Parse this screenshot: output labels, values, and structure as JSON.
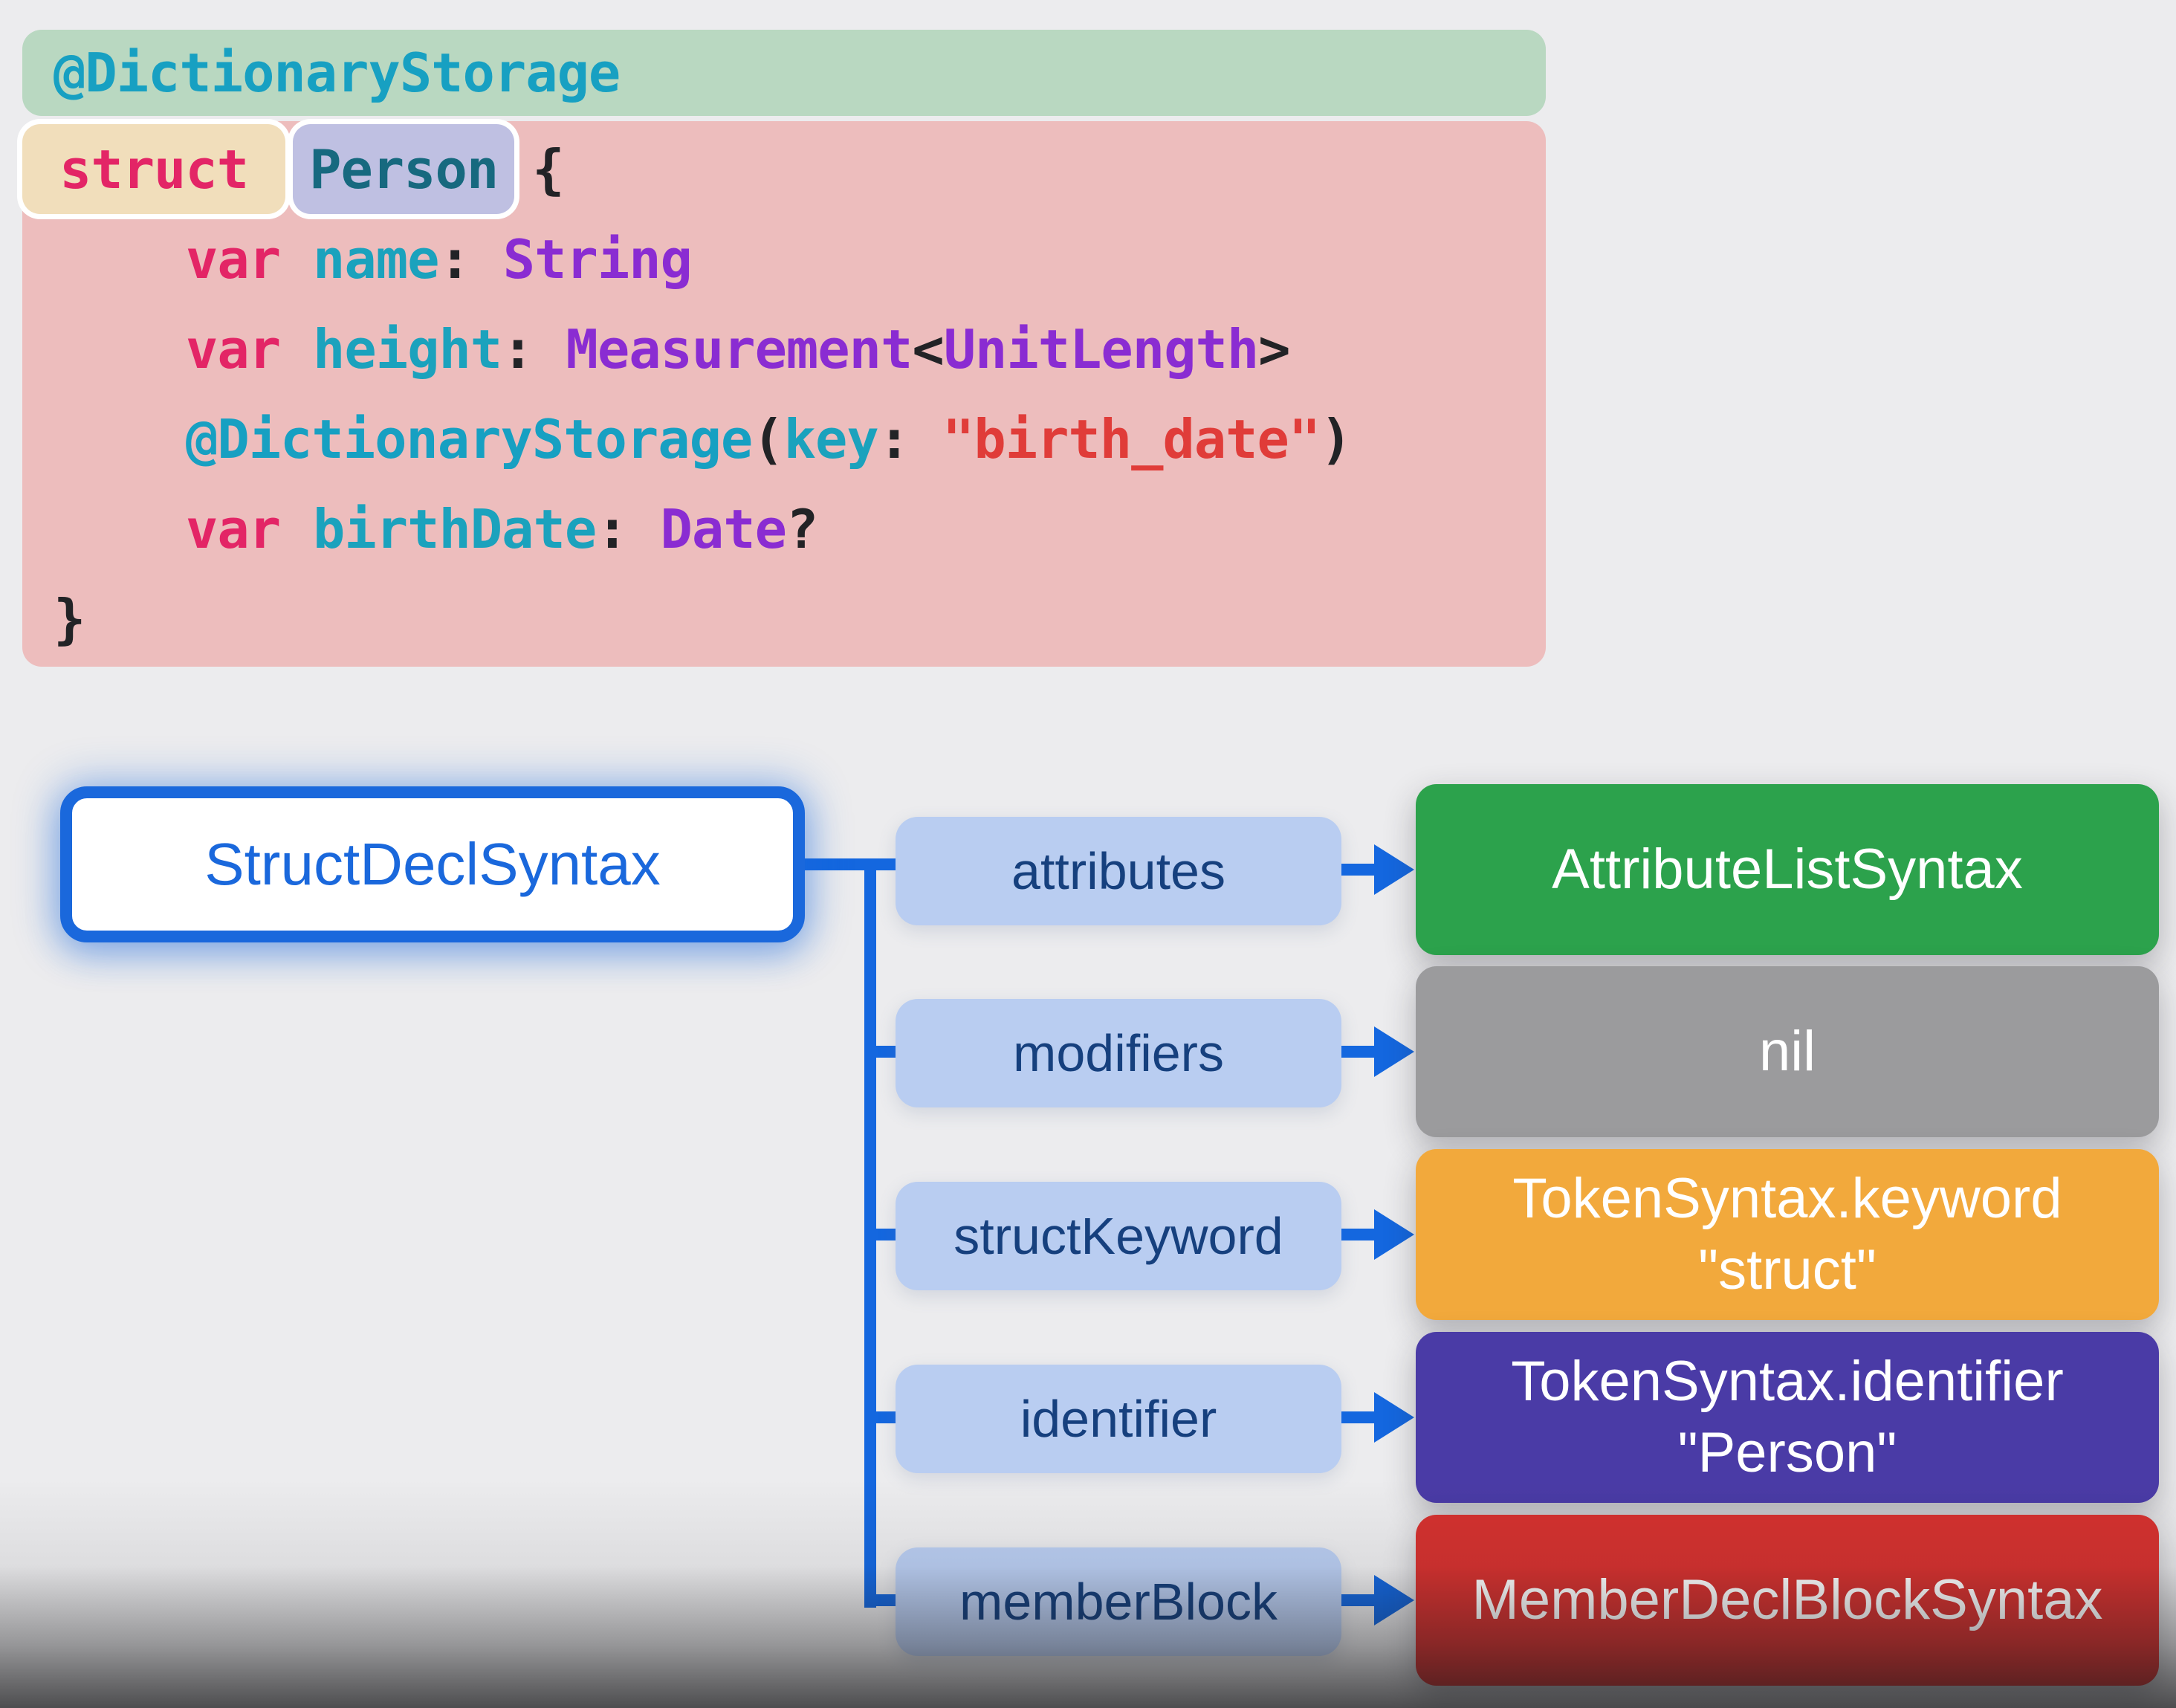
{
  "code_block": {
    "attribute_line": {
      "text": "@DictionaryStorage"
    },
    "declaration": {
      "keyword": "struct",
      "name": "Person",
      "open_brace": "{",
      "close_brace": "}"
    },
    "members": [
      {
        "kw": "var",
        "name": "name",
        "colon": ":",
        "type": "String"
      },
      {
        "kw": "var",
        "name": "height",
        "colon": ":",
        "type": "Measurement",
        "open_angle": "<",
        "generic": "UnitLength",
        "close_angle": ">"
      },
      {
        "attr": "@DictionaryStorage",
        "open_paren": "(",
        "arg_label": "key",
        "colon": ":",
        "string": "\"birth_date\"",
        "close_paren": ")"
      },
      {
        "kw": "var",
        "name": "birthDate",
        "colon": ":",
        "type": "Date",
        "question": "?"
      }
    ],
    "colors": {
      "attribute_text": "#17a0c2",
      "keyword_text": "#e32566",
      "property_text": "#1ba2bd",
      "declared_name_text": "#17697f",
      "type_text": "#8a2cd2",
      "string_text": "#e03c39",
      "punctuation_text": "#222326",
      "attribute_chip_bg": "#b9d8c1",
      "keyword_chip_bg": "#f1debb",
      "name_chip_bg": "#bfc0e2",
      "body_bg": "#edbdbd"
    }
  },
  "syntax_tree": {
    "root": {
      "label": "StructDeclSyntax",
      "color": "#1a68dc"
    },
    "connector_color": "#1467df",
    "child_label_bg": "#b9cdf1",
    "child_label_text": "#16407e",
    "rows": [
      {
        "label": "attributes",
        "value": "AttributeListSyntax",
        "value_bg": "#2ca24c"
      },
      {
        "label": "modifiers",
        "value": "nil",
        "value_bg": "#9b9b9d"
      },
      {
        "label": "structKeyword",
        "value": "TokenSyntax.keyword",
        "value_line2": "\"struct\"",
        "value_bg": "#f2a93c"
      },
      {
        "label": "identifier",
        "value": "TokenSyntax.identifier",
        "value_line2": "\"Person\"",
        "value_bg": "#4a3ba6"
      },
      {
        "label": "memberBlock",
        "value": "MemberDeclBlockSyntax",
        "value_bg": "#d4312f"
      }
    ]
  }
}
